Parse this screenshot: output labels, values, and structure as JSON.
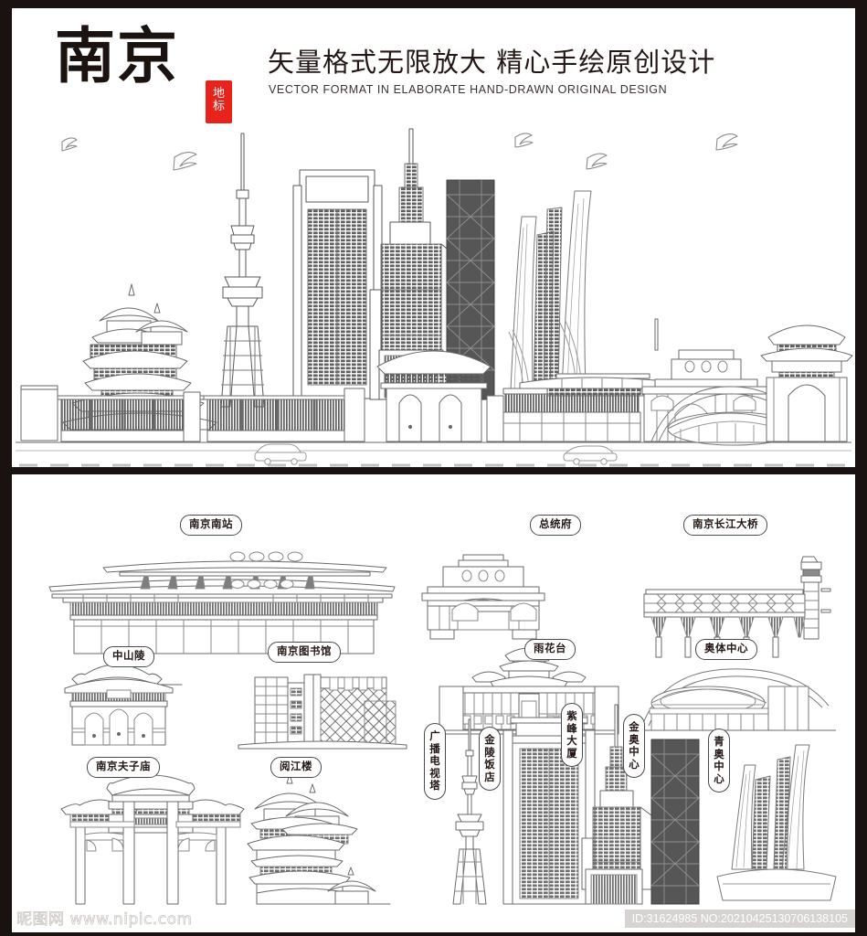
{
  "header": {
    "city": "南京",
    "badge_line1": "地",
    "badge_line2": "标",
    "slogan_cn": "矢量格式无限放大  精心手绘原创设计",
    "slogan_en": "VECTOR FORMAT IN ELABORATE HAND-DRAWN ORIGINAL DESIGN"
  },
  "skyline": {
    "alt": "南京城市天际线手绘线描图",
    "landmarks": [
      "阅江楼",
      "广播电视塔",
      "金陵饭店",
      "紫峰大厦",
      "金奥中心",
      "青奥中心",
      "南京南站",
      "南京长江大桥",
      "南京夫子庙"
    ]
  },
  "landmarks": [
    {
      "id": "nanjing-south-station",
      "label": "南京南站",
      "orientation": "horizontal"
    },
    {
      "id": "presidential-palace",
      "label": "总统府",
      "orientation": "horizontal"
    },
    {
      "id": "yangtze-river-bridge",
      "label": "南京长江大桥",
      "orientation": "horizontal"
    },
    {
      "id": "sun-yat-sen-mausoleum",
      "label": "中山陵",
      "orientation": "horizontal"
    },
    {
      "id": "nanjing-library",
      "label": "南京图书馆",
      "orientation": "horizontal"
    },
    {
      "id": "yuhuatai",
      "label": "雨花台",
      "orientation": "horizontal"
    },
    {
      "id": "olympic-sports-center",
      "label": "奥体中心",
      "orientation": "horizontal"
    },
    {
      "id": "confucius-temple",
      "label": "南京夫子庙",
      "orientation": "horizontal"
    },
    {
      "id": "yuejiang-tower",
      "label": "阅江楼",
      "orientation": "horizontal"
    },
    {
      "id": "radio-tv-tower",
      "label": "广播电视塔",
      "orientation": "vertical"
    },
    {
      "id": "jinling-hotel",
      "label": "金陵饭店",
      "orientation": "vertical"
    },
    {
      "id": "zifeng-tower",
      "label": "紫峰大厦",
      "orientation": "vertical"
    },
    {
      "id": "jinao-center",
      "label": "金奥中心",
      "orientation": "vertical"
    },
    {
      "id": "youth-olympic-center",
      "label": "青奥中心",
      "orientation": "vertical"
    }
  ],
  "vertical_labels": {
    "radio_tv_tower": [
      "广",
      "播",
      "电",
      "视",
      "塔"
    ],
    "jinling_hotel": [
      "金",
      "陵",
      "饭",
      "店"
    ],
    "zifeng_tower": [
      "紫",
      "峰",
      "大",
      "厦"
    ],
    "jinao_center": [
      "金",
      "奥",
      "中",
      "心"
    ],
    "youth_olympic_center": [
      "青",
      "奥",
      "中",
      "心"
    ]
  },
  "footer": {
    "watermark": "昵图网 www.nipic.com",
    "id_text": "ID:31624985 NO:20210425130706138105"
  },
  "colors": {
    "frame": "#1a1210",
    "badge_red": "#e8231c",
    "ink": "#231815",
    "line": "#5a5a5a"
  }
}
